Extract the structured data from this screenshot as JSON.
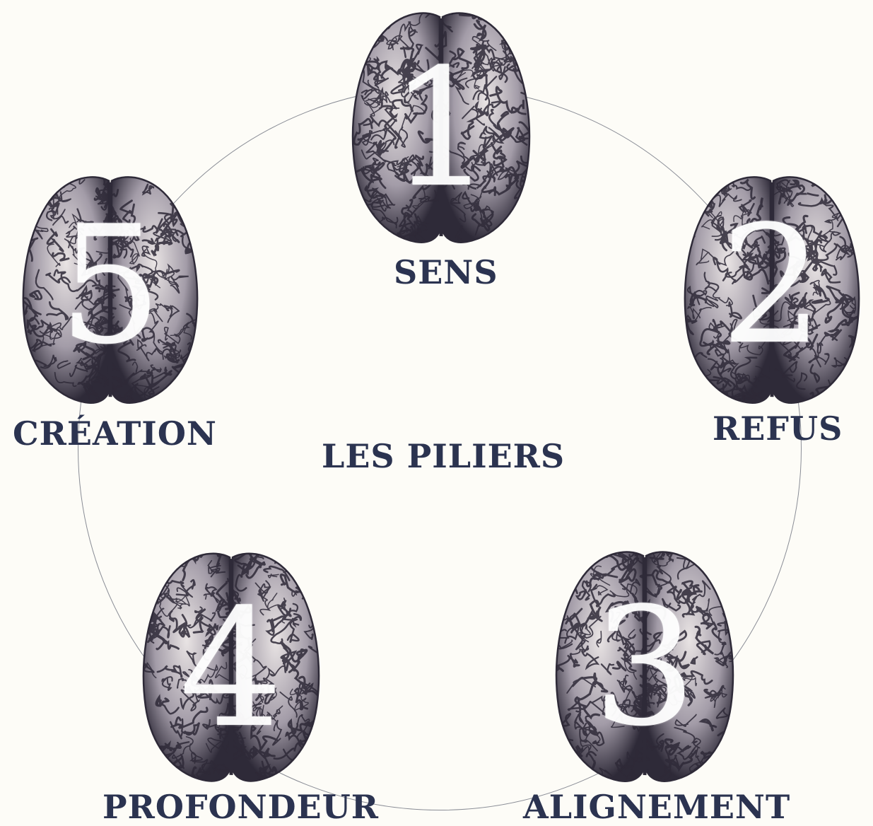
{
  "diagram": {
    "title": "LES PILIERS",
    "colors": {
      "background": "#fdfcf7",
      "label": "#2b3350",
      "ring": "#8a8d96",
      "numeral": "#ffffff",
      "brain_dark": "#2e2a38",
      "brain_light": "#e9e4e4"
    },
    "pillars": [
      {
        "number": "1",
        "label": "SENS",
        "icon": "brain-icon"
      },
      {
        "number": "2",
        "label": "REFUS",
        "icon": "brain-icon"
      },
      {
        "number": "3",
        "label": "ALIGNEMENT",
        "icon": "brain-icon"
      },
      {
        "number": "4",
        "label": "PROFONDEUR",
        "icon": "brain-icon"
      },
      {
        "number": "5",
        "label": "CRÉATION",
        "icon": "brain-icon"
      }
    ]
  }
}
